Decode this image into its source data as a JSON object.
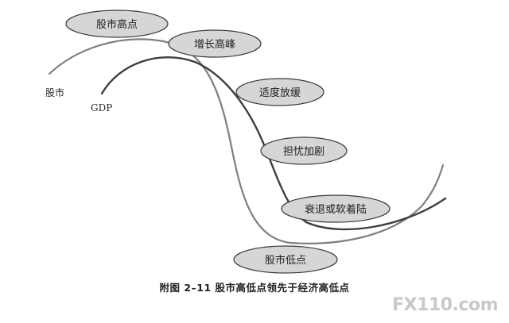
{
  "figure": {
    "curves": [
      {
        "key": "stock",
        "label": "股市"
      },
      {
        "key": "gdp",
        "label": "GDP"
      }
    ],
    "phases": [
      {
        "key": "stock_peak",
        "text": "股市高点"
      },
      {
        "key": "growth_peak",
        "text": "增长高峰"
      },
      {
        "key": "moderate_slowdown",
        "text": "适度放缓"
      },
      {
        "key": "worry_intensifies",
        "text": "担忧加剧"
      },
      {
        "key": "recession_soft_landing",
        "text": "衰退或软着陆"
      },
      {
        "key": "stock_low",
        "text": "股市低点"
      }
    ],
    "caption": "附图 2–11    股市高低点领先于经济高低点"
  },
  "watermark": {
    "text": "FX110.com"
  },
  "colors": {
    "ellipse_fill": "#d6d6d6",
    "ellipse_stroke": "#3a3a3a",
    "stock_curve": "#7f7f7f",
    "gdp_curve": "#3f3f3f"
  }
}
